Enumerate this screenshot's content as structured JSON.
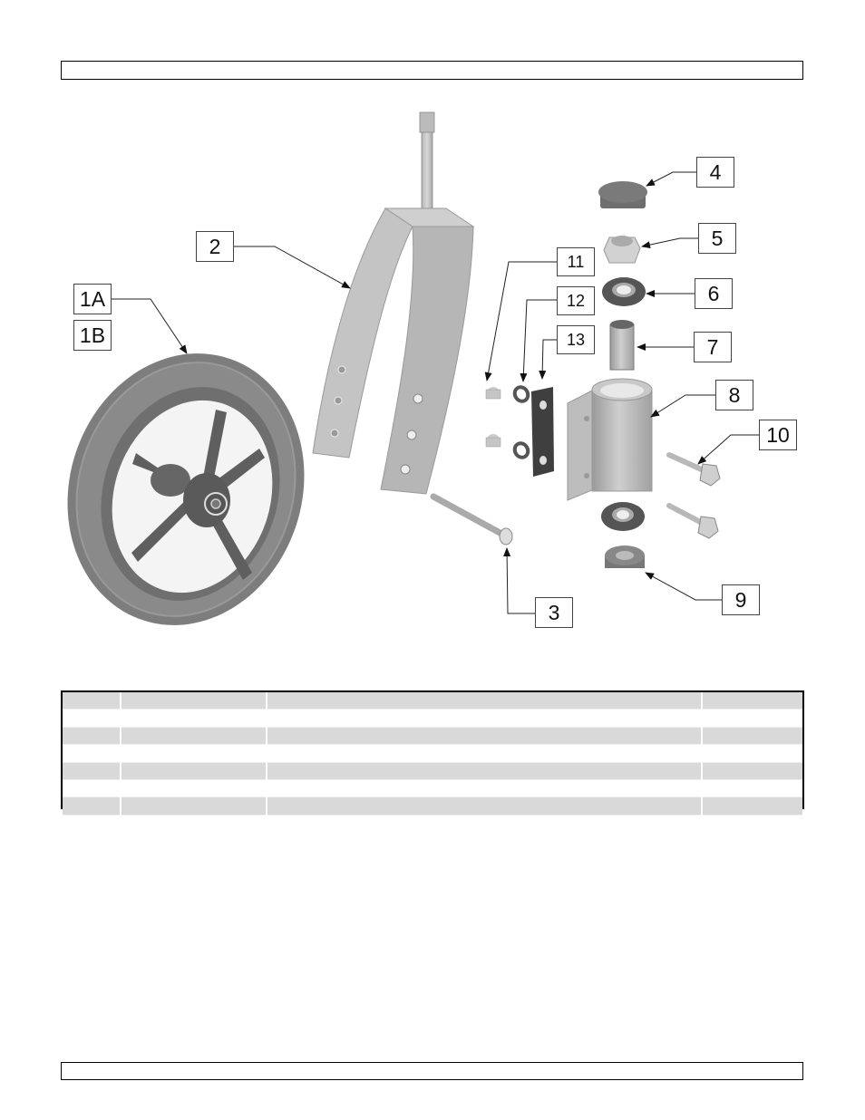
{
  "page": {
    "header_box_text": "",
    "footer_box_text": ""
  },
  "figure": {
    "description": "Exploded view of caster wheel assembly with fork",
    "callouts": [
      {
        "id": "1A",
        "label": "1A",
        "part": "wheel"
      },
      {
        "id": "1B",
        "label": "1B",
        "part": "wheel"
      },
      {
        "id": "2",
        "label": "2",
        "part": "fork"
      },
      {
        "id": "3",
        "label": "3",
        "part": "axle-bolt"
      },
      {
        "id": "4",
        "label": "4",
        "part": "cap"
      },
      {
        "id": "5",
        "label": "5",
        "part": "lock-nut"
      },
      {
        "id": "6",
        "label": "6",
        "part": "bearing-upper"
      },
      {
        "id": "7",
        "label": "7",
        "part": "spacer-tube"
      },
      {
        "id": "8",
        "label": "8",
        "part": "stem-housing"
      },
      {
        "id": "9",
        "label": "9",
        "part": "bearing-lower"
      },
      {
        "id": "10",
        "label": "10",
        "part": "mounting-bolts"
      },
      {
        "id": "11",
        "label": "11",
        "part": "acorn-nuts"
      },
      {
        "id": "12",
        "label": "12",
        "part": "washers"
      },
      {
        "id": "13",
        "label": "13",
        "part": "backing-plate"
      }
    ]
  },
  "parts_table": {
    "columns": [
      "",
      "",
      "",
      ""
    ],
    "rows": [
      [
        "",
        "",
        "",
        ""
      ],
      [
        "",
        "",
        "",
        ""
      ],
      [
        "",
        "",
        "",
        ""
      ],
      [
        "",
        "",
        "",
        ""
      ],
      [
        "",
        "",
        "",
        ""
      ],
      [
        "",
        "",
        "",
        ""
      ],
      [
        "",
        "",
        "",
        ""
      ]
    ]
  },
  "colors": {
    "table_shade": "#d9d9d9",
    "part_gray": "#8a8a8a",
    "metal_light": "#c8c8c8",
    "border": "#000000"
  }
}
